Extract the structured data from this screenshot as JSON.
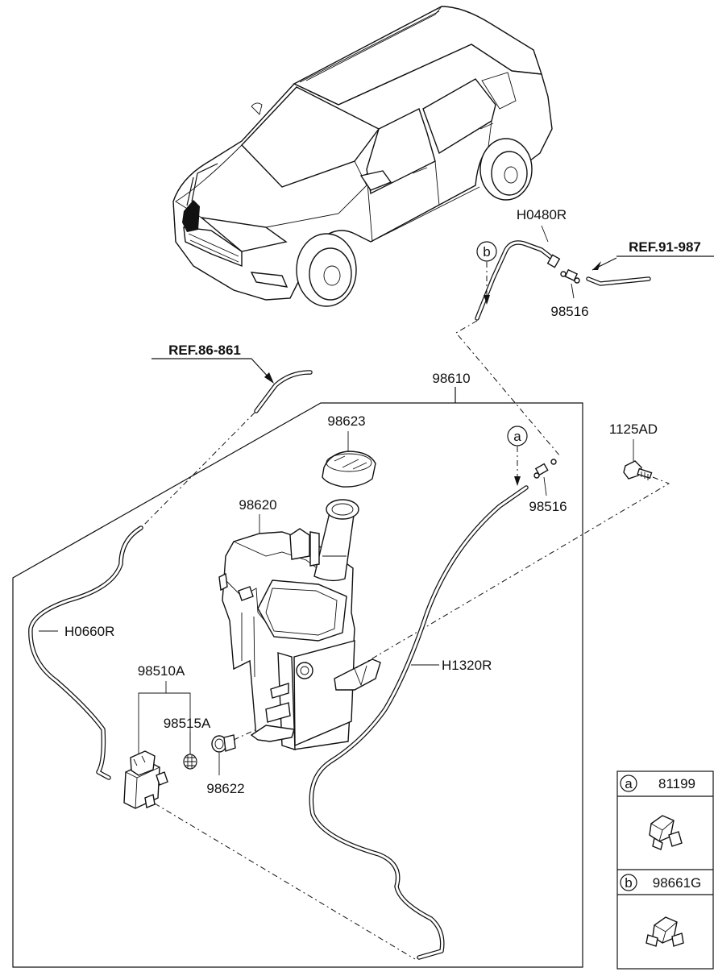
{
  "labels": {
    "h0480r": "H0480R",
    "ref_91_987": "REF.91-987",
    "p98516_top": "98516",
    "ref_86_861": "REF.86-861",
    "p98610": "98610",
    "p98623": "98623",
    "p1125ad": "1125AD",
    "p98620": "98620",
    "p98516_mid": "98516",
    "h0660r": "H0660R",
    "h1320r": "H1320R",
    "p98510a": "98510A",
    "p98515a": "98515A",
    "p98622": "98622"
  },
  "callouts": {
    "a": "a",
    "b": "b"
  },
  "legend": {
    "rows": [
      {
        "tag": "a",
        "part": "81199"
      },
      {
        "tag": "b",
        "part": "98661G"
      }
    ]
  }
}
